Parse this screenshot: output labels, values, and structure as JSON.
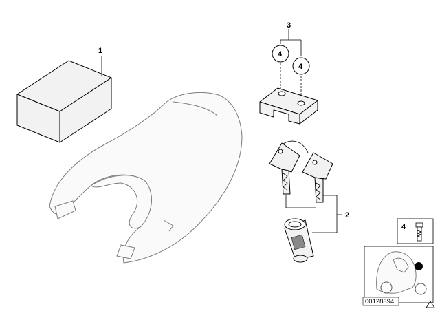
{
  "callouts": {
    "part1": "1",
    "part2": "2",
    "part3": "3",
    "part4_a": "4",
    "part4_b": "4",
    "inset_part4": "4"
  },
  "image_code": "00128394",
  "colors": {
    "line": "#000000",
    "part_fill": "#f2f2f2",
    "ghost_stroke": "#7a7a7a"
  },
  "icons": {
    "corner": "triangle-icon"
  }
}
